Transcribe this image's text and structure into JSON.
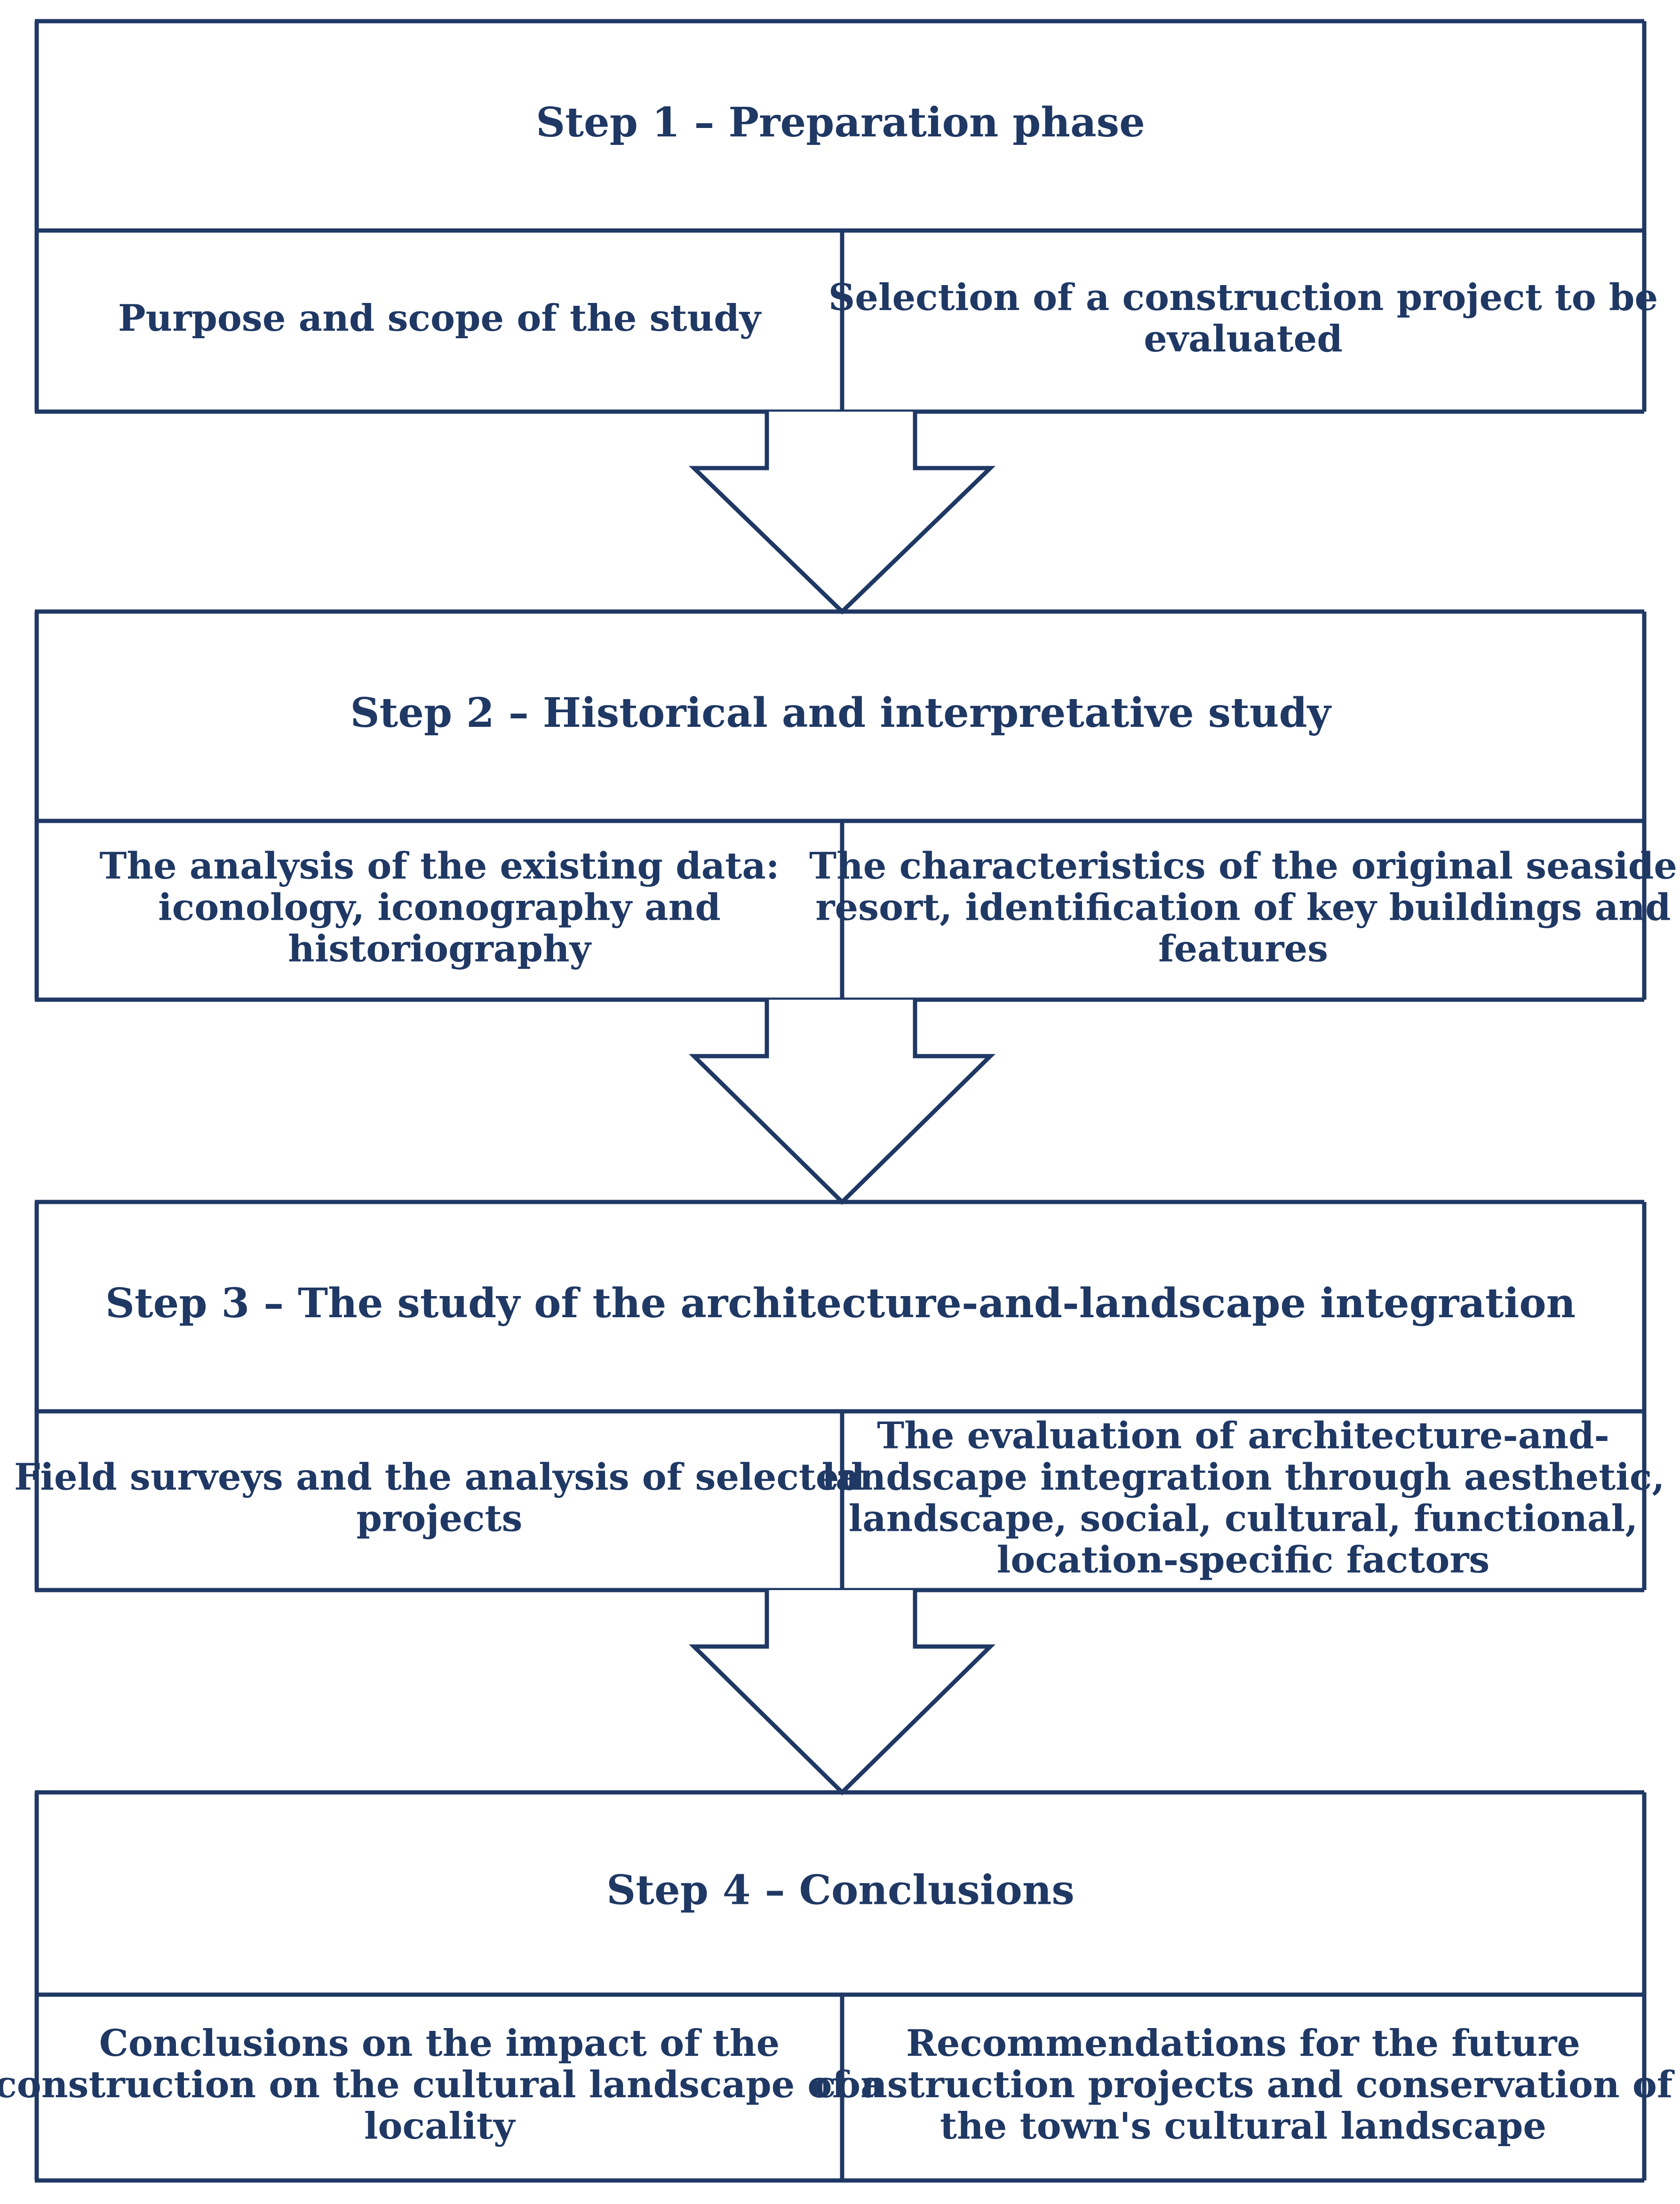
{
  "colors": {
    "border": "#1f3864",
    "text": "#1f3864",
    "background": "#ffffff"
  },
  "steps": [
    {
      "title": "Step 1 – Preparation phase",
      "left": [
        "Purpose and scope of the study"
      ],
      "right": [
        "Selection of a construction project to be",
        "evaluated"
      ]
    },
    {
      "title": "Step 2 – Historical and interpretative study",
      "left": [
        "The analysis of the existing data:",
        "iconology, iconography and",
        "historiography"
      ],
      "right": [
        "The characteristics of the original seaside",
        "resort, identification of key buildings and",
        "features"
      ]
    },
    {
      "title": "Step 3 – The study of the architecture-and-landscape integration",
      "left": [
        "Field surveys and the analysis of selected",
        "projects"
      ],
      "right": [
        "The evaluation of architecture-and-",
        "landscape integration through aesthetic,",
        "landscape, social, cultural, functional,",
        "location-specific factors"
      ]
    },
    {
      "title": "Step 4 – Conclusions",
      "left": [
        "Conclusions on the impact of the",
        "construction on the cultural landscape of a",
        "locality"
      ],
      "right": [
        "Recommendations for the future",
        "construction projects and conservation of",
        "the town's cultural landscape"
      ]
    }
  ],
  "connector_icon": "down-arrow-icon"
}
